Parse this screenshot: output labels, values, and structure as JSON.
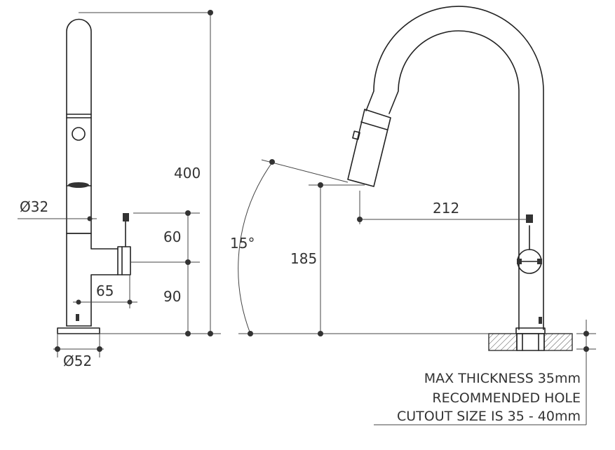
{
  "dimensions": {
    "height_total": "400",
    "spout_diameter": "Ø32",
    "handle_upper": "60",
    "handle_lower": "90",
    "handle_offset": "65",
    "base_diameter": "Ø52",
    "tilt_angle": "15°",
    "outlet_height": "185",
    "reach": "212"
  },
  "note": {
    "line1": "MAX THICKNESS 35mm",
    "line2": "RECOMMENDED HOLE",
    "line3": "CUTOUT SIZE IS 35 - 40mm"
  },
  "colors": {
    "ink": "#222222",
    "text": "#333333",
    "dim_line": "#444444"
  }
}
